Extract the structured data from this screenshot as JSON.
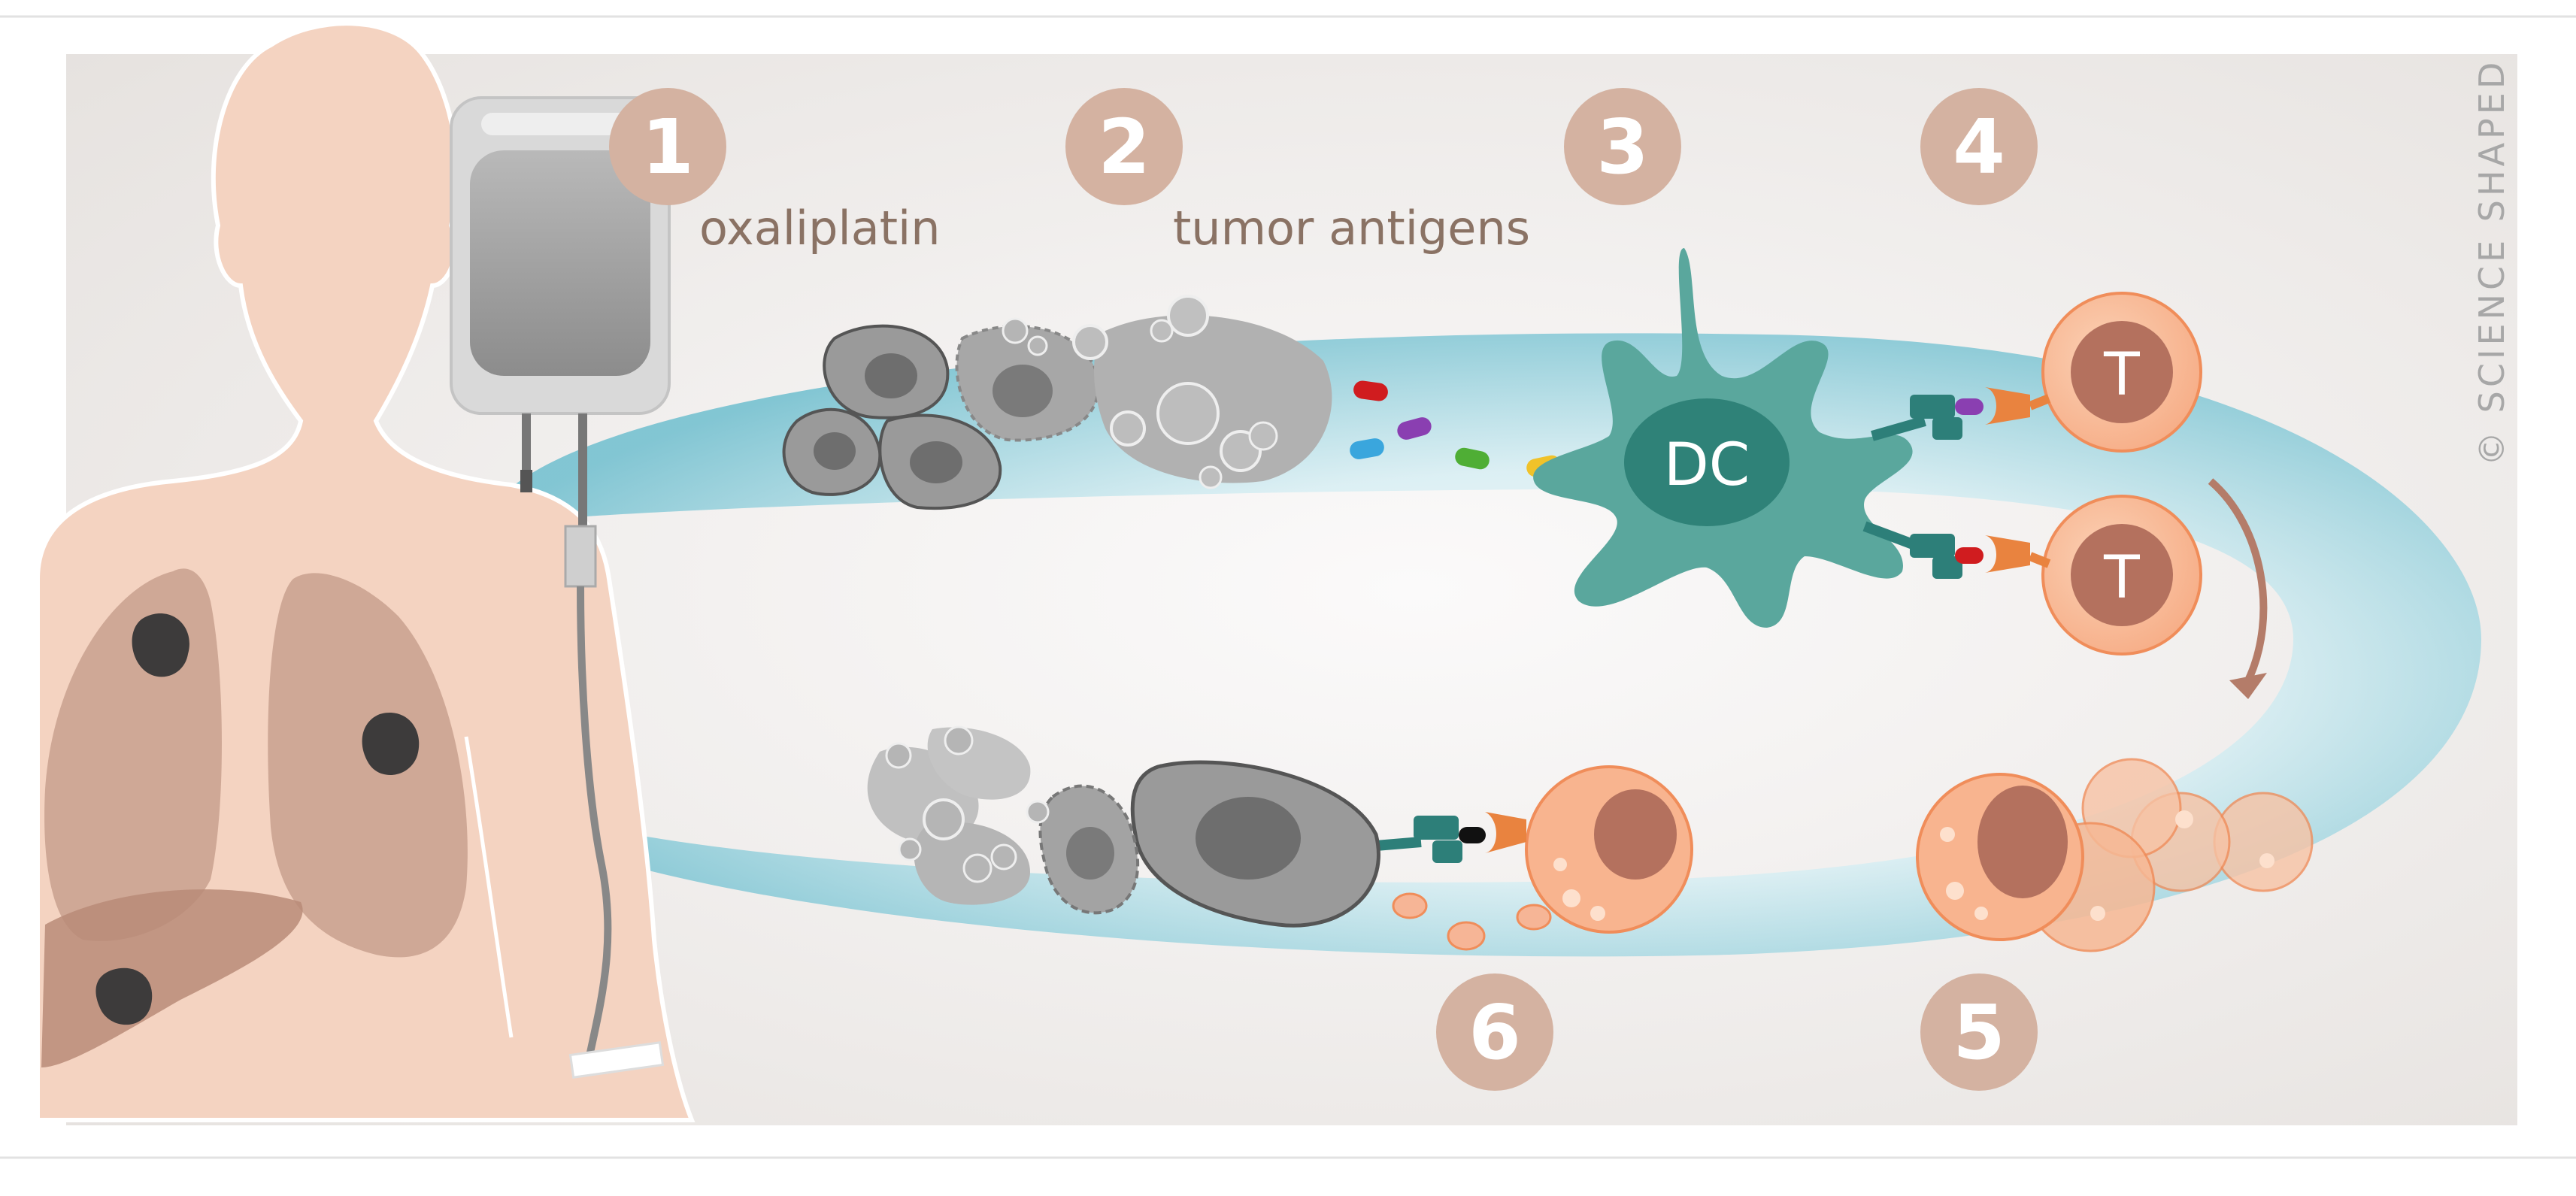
{
  "steps": [
    {
      "number": "1",
      "label": "oxaliplatin"
    },
    {
      "number": "2",
      "label": "tumor antigens"
    },
    {
      "number": "3",
      "label": ""
    },
    {
      "number": "4",
      "label": ""
    },
    {
      "number": "5",
      "label": ""
    },
    {
      "number": "6",
      "label": ""
    }
  ],
  "cells": {
    "dendritic": "DC",
    "tcell": "T"
  },
  "credit": "© SCIENCE SHAPED",
  "colors": {
    "background_panel": "#ece9e7",
    "flow_ring": "#7fc6d4",
    "skin": "#f4d3c1",
    "lungs": "#c8a08e",
    "tumor": "#3d3b3b",
    "dendritic_cell": "#5aa79d",
    "t_cell_outer": "#f8b48f",
    "t_cell_nucleus": "#b4715e",
    "step_badge": "#d4b2a1",
    "label_text": "#8a7264",
    "receptor_orange": "#e9833f",
    "mhc_teal": "#2d7f79",
    "antigen_red": "#d01c1f",
    "antigen_purple": "#8a3fb1",
    "antigen_blue": "#3aa6dd",
    "antigen_green": "#4fae35",
    "antigen_yellow": "#f0c22a"
  }
}
